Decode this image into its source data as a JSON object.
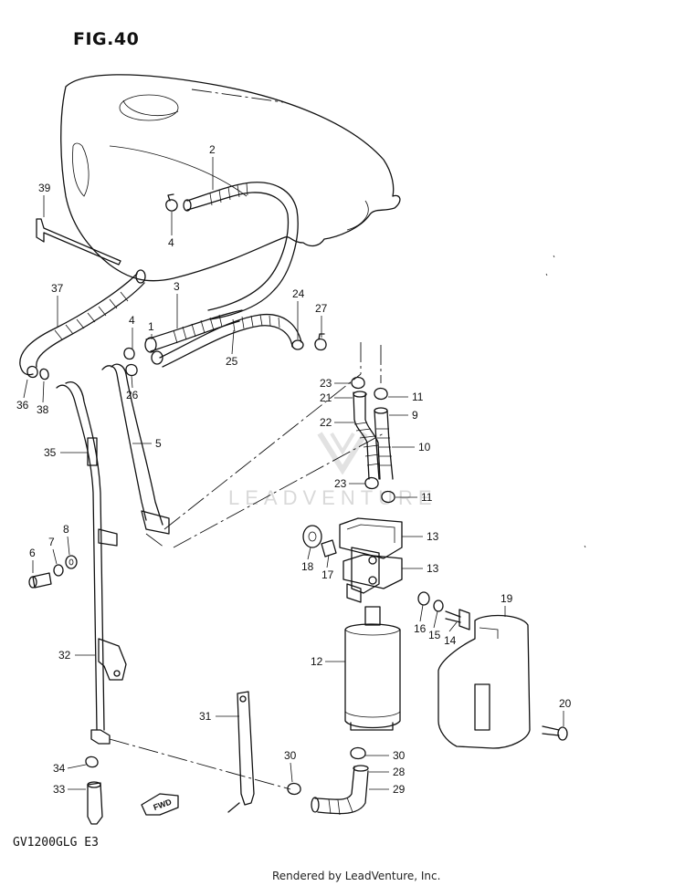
{
  "figure": {
    "title": "FIG.40",
    "model_code": "GV1200GLG E3",
    "credit": "Rendered by LeadVenture, Inc.",
    "watermark": "LEADVENTURE",
    "fwd_label": "FWD"
  },
  "callouts": [
    "1",
    "2",
    "3",
    "4",
    "4",
    "5",
    "6",
    "7",
    "8",
    "9",
    "10",
    "11",
    "11",
    "12",
    "13",
    "13",
    "14",
    "15",
    "16",
    "17",
    "18",
    "19",
    "20",
    "21",
    "22",
    "23",
    "23",
    "24",
    "25",
    "26",
    "27",
    "28",
    "29",
    "30",
    "30",
    "31",
    "32",
    "33",
    "34",
    "35",
    "36",
    "37",
    "38",
    "39"
  ]
}
